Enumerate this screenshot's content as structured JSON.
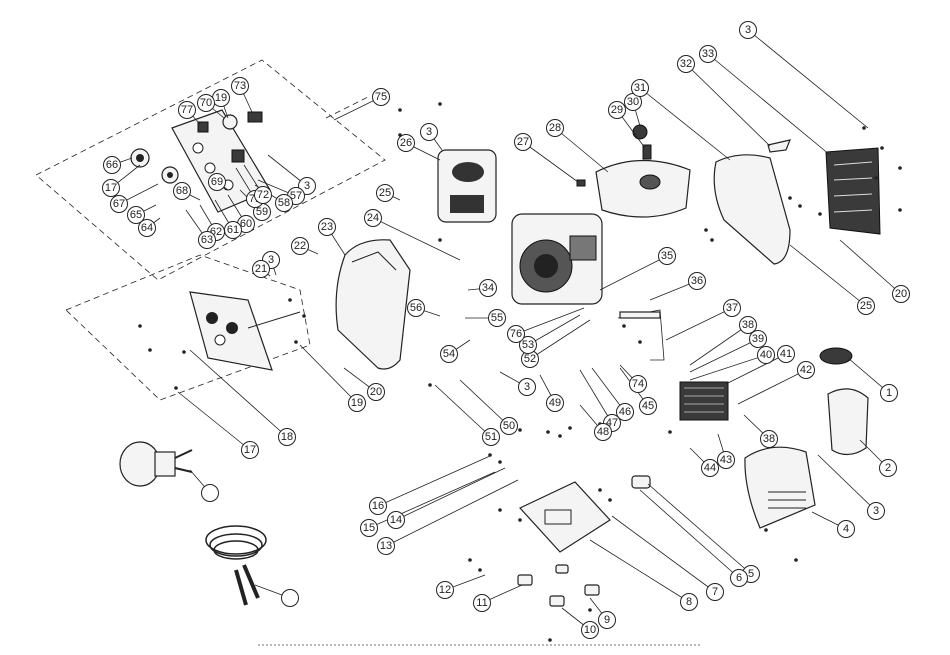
{
  "callouts": [
    {
      "id": "c1",
      "label": "1"
    },
    {
      "id": "c2",
      "label": "2"
    },
    {
      "id": "c3a",
      "label": "3"
    },
    {
      "id": "c3b",
      "label": "3"
    },
    {
      "id": "c3c",
      "label": "3"
    },
    {
      "id": "c3d",
      "label": "3"
    },
    {
      "id": "c3e",
      "label": "3"
    },
    {
      "id": "c3f",
      "label": "3"
    },
    {
      "id": "c4",
      "label": "4"
    },
    {
      "id": "c5",
      "label": "5"
    },
    {
      "id": "c6",
      "label": "6"
    },
    {
      "id": "c7",
      "label": "7"
    },
    {
      "id": "c8",
      "label": "8"
    },
    {
      "id": "c9",
      "label": "9"
    },
    {
      "id": "c10",
      "label": "10"
    },
    {
      "id": "c11",
      "label": "11"
    },
    {
      "id": "c12",
      "label": "12"
    },
    {
      "id": "c13",
      "label": "13"
    },
    {
      "id": "c14",
      "label": "14"
    },
    {
      "id": "c15",
      "label": "15"
    },
    {
      "id": "c16",
      "label": "16"
    },
    {
      "id": "c17a",
      "label": "17"
    },
    {
      "id": "c17b",
      "label": "17"
    },
    {
      "id": "c18",
      "label": "18"
    },
    {
      "id": "c19a",
      "label": "19"
    },
    {
      "id": "c19b",
      "label": "19"
    },
    {
      "id": "c20a",
      "label": "20"
    },
    {
      "id": "c20b",
      "label": "20"
    },
    {
      "id": "c21",
      "label": "21"
    },
    {
      "id": "c22",
      "label": "22"
    },
    {
      "id": "c23",
      "label": "23"
    },
    {
      "id": "c24",
      "label": "24"
    },
    {
      "id": "c25a",
      "label": "25"
    },
    {
      "id": "c25b",
      "label": "25"
    },
    {
      "id": "c26",
      "label": "26"
    },
    {
      "id": "c27",
      "label": "27"
    },
    {
      "id": "c28",
      "label": "28"
    },
    {
      "id": "c29",
      "label": "29"
    },
    {
      "id": "c30",
      "label": "30"
    },
    {
      "id": "c31",
      "label": "31"
    },
    {
      "id": "c32",
      "label": "32"
    },
    {
      "id": "c33",
      "label": "33"
    },
    {
      "id": "c34",
      "label": "34"
    },
    {
      "id": "c35",
      "label": "35"
    },
    {
      "id": "c36",
      "label": "36"
    },
    {
      "id": "c37",
      "label": "37"
    },
    {
      "id": "c38a",
      "label": "38"
    },
    {
      "id": "c38b",
      "label": "38"
    },
    {
      "id": "c39",
      "label": "39"
    },
    {
      "id": "c40",
      "label": "40"
    },
    {
      "id": "c41",
      "label": "41"
    },
    {
      "id": "c42",
      "label": "42"
    },
    {
      "id": "c43",
      "label": "43"
    },
    {
      "id": "c44",
      "label": "44"
    },
    {
      "id": "c45",
      "label": "45"
    },
    {
      "id": "c46",
      "label": "46"
    },
    {
      "id": "c47",
      "label": "47"
    },
    {
      "id": "c48",
      "label": "48"
    },
    {
      "id": "c49",
      "label": "49"
    },
    {
      "id": "c50",
      "label": "50"
    },
    {
      "id": "c51",
      "label": "51"
    },
    {
      "id": "c52",
      "label": "52"
    },
    {
      "id": "c53",
      "label": "53"
    },
    {
      "id": "c54",
      "label": "54"
    },
    {
      "id": "c55",
      "label": "55"
    },
    {
      "id": "c56",
      "label": "56"
    },
    {
      "id": "c57",
      "label": "57"
    },
    {
      "id": "c58",
      "label": "58"
    },
    {
      "id": "c59",
      "label": "59"
    },
    {
      "id": "c60",
      "label": "60"
    },
    {
      "id": "c61",
      "label": "61"
    },
    {
      "id": "c62",
      "label": "62"
    },
    {
      "id": "c63",
      "label": "63"
    },
    {
      "id": "c64",
      "label": "64"
    },
    {
      "id": "c65",
      "label": "65"
    },
    {
      "id": "c66",
      "label": "66"
    },
    {
      "id": "c67",
      "label": "67"
    },
    {
      "id": "c68",
      "label": "68"
    },
    {
      "id": "c69",
      "label": "69"
    },
    {
      "id": "c70",
      "label": "70"
    },
    {
      "id": "c71",
      "label": "71"
    },
    {
      "id": "c72",
      "label": "72"
    },
    {
      "id": "c73",
      "label": "73"
    },
    {
      "id": "c74",
      "label": "74"
    },
    {
      "id": "c75",
      "label": "75"
    },
    {
      "id": "c76",
      "label": "76"
    },
    {
      "id": "c77",
      "label": "77"
    },
    {
      "id": "cplug",
      "label": ""
    },
    {
      "id": "ccable",
      "label": ""
    }
  ]
}
